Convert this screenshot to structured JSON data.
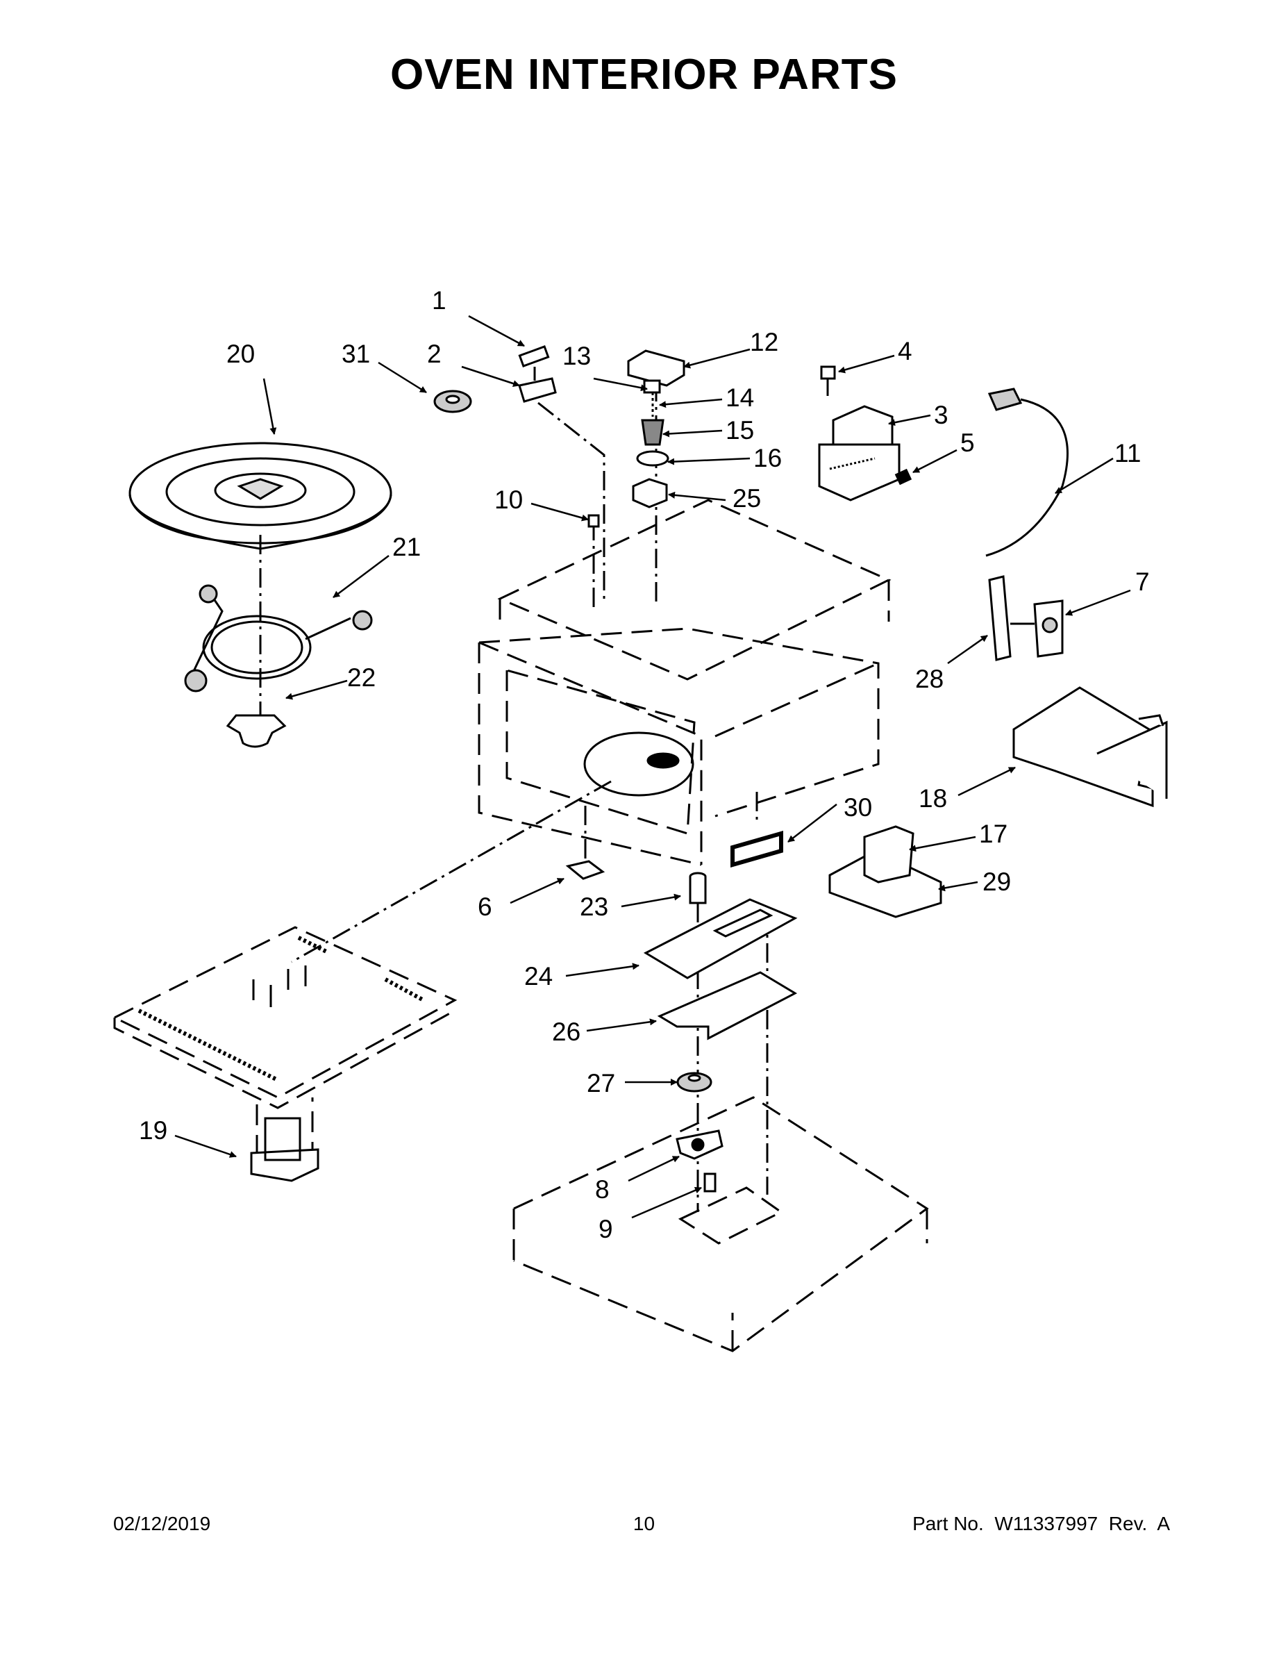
{
  "title": "OVEN INTERIOR PARTS",
  "footer": {
    "date": "02/12/2019",
    "page": "10",
    "part_no": "Part No.  W11337997  Rev.  A"
  },
  "callouts": [
    "1",
    "2",
    "3",
    "4",
    "5",
    "6",
    "7",
    "8",
    "9",
    "10",
    "11",
    "12",
    "13",
    "14",
    "15",
    "16",
    "17",
    "18",
    "19",
    "20",
    "21",
    "22",
    "23",
    "24",
    "25",
    "26",
    "27",
    "28",
    "29",
    "30",
    "31"
  ]
}
